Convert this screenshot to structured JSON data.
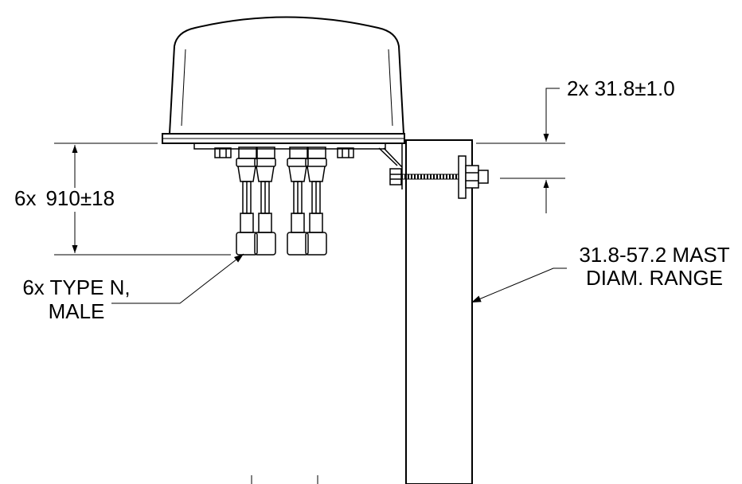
{
  "drawing": {
    "connector_callout": {
      "line1": "6x TYPE N,",
      "line2": "MALE"
    },
    "length_dimension": {
      "qty": "6x",
      "nominal": "910",
      "tolerance": "±18"
    },
    "bracket_dimension": {
      "label": "2x  31.8±1.0"
    },
    "mast_callout": {
      "line1": "31.8-57.2 MAST",
      "line2": "DIAM. RANGE"
    },
    "colors": {
      "line": "#000000",
      "background": "#ffffff"
    }
  }
}
